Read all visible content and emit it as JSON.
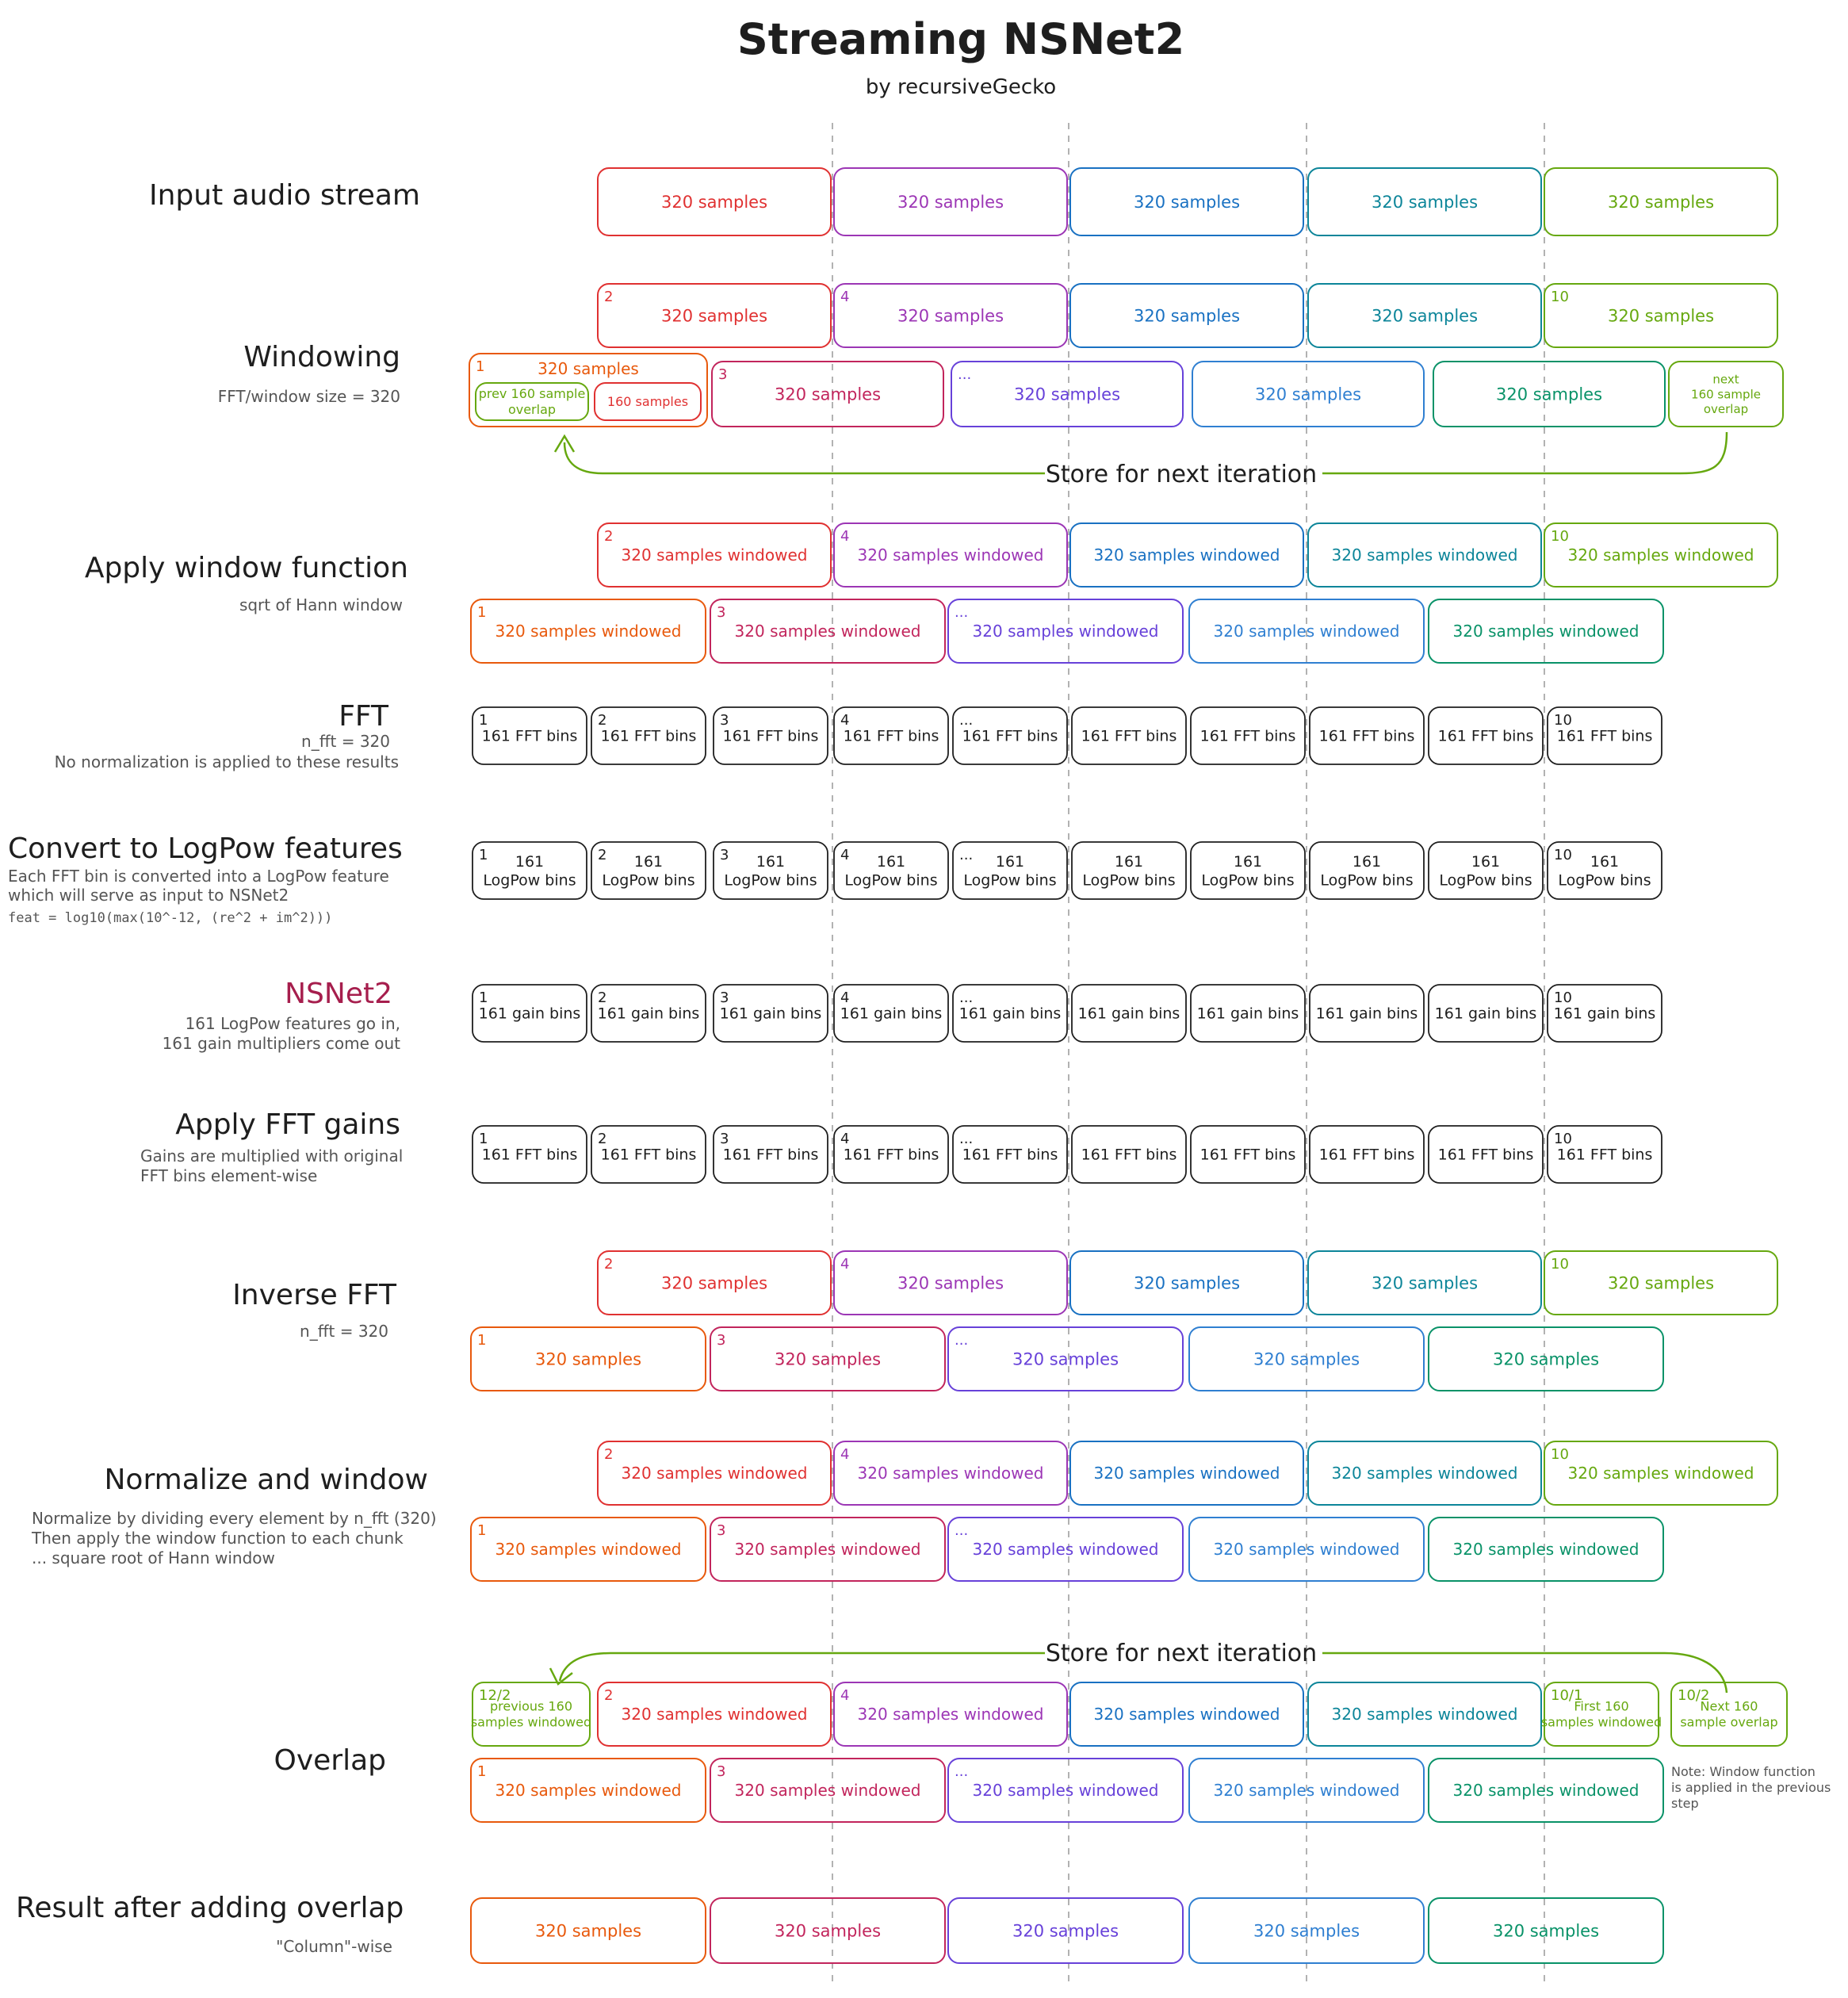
{
  "title": "Streaming NSNet2",
  "subtitle": "by recursiveGecko",
  "colors": {
    "red": "#e03131",
    "purple": "#9c36b5",
    "blue": "#1971c2",
    "teal": "#0c8599",
    "green": "#66a80f",
    "orange": "#e8590c",
    "crimson": "#c2255c",
    "indigo": "#6741d9",
    "sea": "#2f7fd1",
    "forest": "#099268",
    "black": "#1e1e1e",
    "gray": "#555555",
    "nsnet": "#a61e4d",
    "dash": "#999999"
  },
  "sections": {
    "input": {
      "label": "Input audio stream"
    },
    "windowing": {
      "label": "Windowing",
      "desc": [
        "FFT/window size = 320"
      ]
    },
    "apply_window": {
      "label": "Apply window function",
      "desc": [
        "sqrt of Hann window"
      ]
    },
    "fft": {
      "label": "FFT",
      "desc": [
        "n_fft = 320",
        "No normalization is applied to these results"
      ]
    },
    "logpow": {
      "label": "Convert to LogPow features",
      "desc": [
        "Each FFT bin is converted into a LogPow feature",
        "which will serve as input to NSNet2"
      ],
      "formula": "feat = log10(max(10^-12, (re^2 + im^2)))"
    },
    "nsnet": {
      "label": "NSNet2",
      "desc": [
        "161 LogPow features go in,",
        "161 gain multipliers come out"
      ]
    },
    "gains": {
      "label": "Apply FFT gains",
      "desc": [
        "Gains are multiplied with original",
        "FFT bins element-wise"
      ]
    },
    "ifft": {
      "label": "Inverse FFT",
      "desc": [
        "n_fft = 320"
      ]
    },
    "normalize": {
      "label": "Normalize and window",
      "desc": [
        "Normalize by dividing every element by n_fft (320)",
        "Then apply the window function to each chunk",
        "... square root of Hann window"
      ]
    },
    "overlap": {
      "label": "Overlap"
    },
    "result": {
      "label": "Result after adding overlap",
      "desc": [
        "\"Column\"-wise"
      ]
    }
  },
  "store_label": "Store for next iteration",
  "text": {
    "samples": "320 samples",
    "windowed": "320 samples windowed",
    "fft_bins": "161 FFT bins",
    "logpow_top": "161",
    "logpow_bottom": "LogPow bins",
    "gain_bins": "161 gain bins",
    "half_samples": "160 samples",
    "prev_overlap": [
      "prev 160 sample",
      "overlap"
    ],
    "next_overlap": [
      "next",
      "160 sample",
      "overlap"
    ],
    "prev_windowed": [
      "previous 160",
      "samples windowed"
    ],
    "first_windowed": [
      "First 160",
      "samples windowed"
    ],
    "next_windowed": [
      "Next 160",
      "sample overlap"
    ],
    "note": [
      "Note: Window function",
      "is applied in the previous",
      "step"
    ]
  },
  "chunk_numbers": {
    "top": [
      "2",
      "4",
      "",
      "",
      "10"
    ],
    "bottom": [
      "1",
      "3",
      "...",
      "",
      ""
    ],
    "row10": [
      "1",
      "2",
      "3",
      "4",
      "...",
      "",
      "",
      "",
      "",
      "10"
    ],
    "overlap_extra": [
      "12/2",
      "10/1",
      "10/2"
    ]
  }
}
